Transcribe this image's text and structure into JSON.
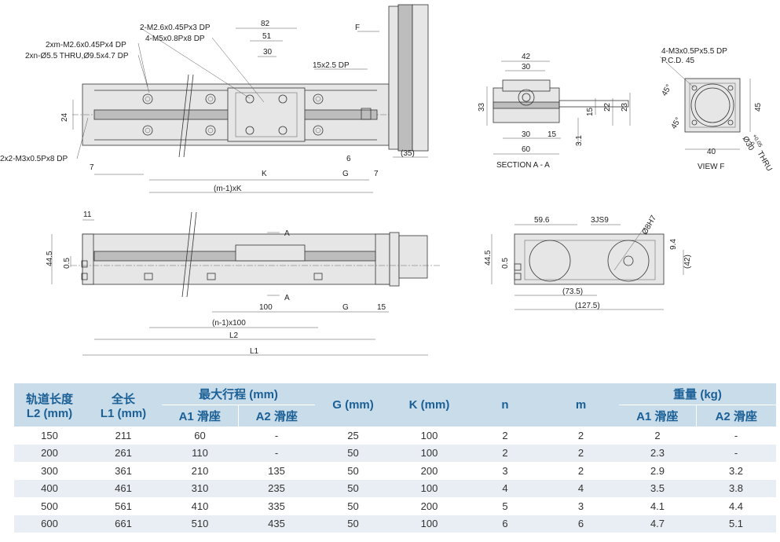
{
  "drawing": {
    "top_view": {
      "callouts": [
        "2-M2.6x0.45Px3 DP",
        "4-M5x0.8Px8 DP",
        "2xm-M2.6x0.45Px4 DP",
        "2xn-Ø5.5 THRU,Ø9.5x4.7 DP",
        "15x2.5 DP",
        "2x2-M3x0.5Px8 DP",
        "F"
      ],
      "dims": [
        "82",
        "51",
        "30",
        "24",
        "7",
        "K",
        "G",
        "6",
        "7",
        "(m-1)xK",
        "(35)"
      ]
    },
    "section_a": {
      "dims": [
        "42",
        "30",
        "33",
        "30",
        "15",
        "60",
        "22",
        "23",
        "15",
        "3.1"
      ],
      "caption": "SECTION A - A"
    },
    "view_f": {
      "callouts": [
        "4-M3x0.5Px5.5 DP",
        "P.C.D. 45"
      ],
      "dims": [
        "45°",
        "45°",
        "45",
        "40",
        "Ø30",
        "+0.05",
        "0",
        "THRU"
      ],
      "caption": "VIEW F"
    },
    "side_view": {
      "dims": [
        "11",
        "44.5",
        "0.5",
        "100",
        "G",
        "15",
        "(n-1)x100",
        "L2",
        "L1"
      ],
      "section_marks": [
        "A",
        "A"
      ]
    },
    "end_view": {
      "dims": [
        "59.6",
        "3JS9",
        "Ø8H7",
        "9.4",
        "44.5",
        "0.5",
        "(42)",
        "(73.5)",
        "(127.5)"
      ]
    }
  },
  "table": {
    "headers": {
      "l2_line1": "轨道长度",
      "l2_line2": "L2 (mm)",
      "l1_line1": "全长",
      "l1_line2": "L1 (mm)",
      "stroke": "最大行程 (mm)",
      "a1": "A1 滑座",
      "a2": "A2 滑座",
      "g": "G (mm)",
      "k": "K (mm)",
      "n": "n",
      "m": "m",
      "weight": "重量 (kg)",
      "w_a1": "A1 滑座",
      "w_a2": "A2 滑座"
    },
    "rows": [
      [
        "150",
        "211",
        "60",
        "-",
        "25",
        "100",
        "2",
        "2",
        "2",
        "-"
      ],
      [
        "200",
        "261",
        "110",
        "-",
        "50",
        "100",
        "2",
        "2",
        "2.3",
        "-"
      ],
      [
        "300",
        "361",
        "210",
        "135",
        "50",
        "200",
        "3",
        "2",
        "2.9",
        "3.2"
      ],
      [
        "400",
        "461",
        "310",
        "235",
        "50",
        "100",
        "4",
        "4",
        "3.5",
        "3.8"
      ],
      [
        "500",
        "561",
        "410",
        "335",
        "50",
        "200",
        "5",
        "3",
        "4.1",
        "4.4"
      ],
      [
        "600",
        "661",
        "510",
        "435",
        "50",
        "100",
        "6",
        "6",
        "4.7",
        "5.1"
      ]
    ]
  }
}
